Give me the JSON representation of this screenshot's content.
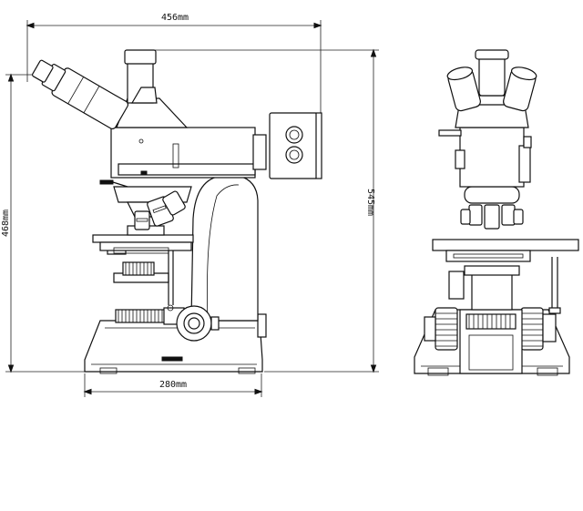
{
  "dimensions": {
    "total_width": "456mm",
    "height_left": "468mm",
    "base_width": "280mm",
    "height_right": "545mm"
  }
}
